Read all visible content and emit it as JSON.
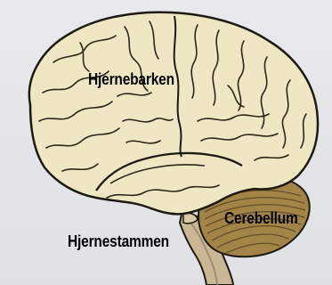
{
  "labels": {
    "cortex": "Hjernebarken",
    "cerebellum": "Cerebellum",
    "brainstem": "Hjernestammen"
  },
  "colors": {
    "background": "#e3e5e8",
    "cortex_fill": "#efe7c4",
    "cortex_outline": "#1d1a12",
    "cerebellum_fill": "#a18446",
    "brainstem_fill": "#c9b796",
    "label_text": "#000000"
  }
}
